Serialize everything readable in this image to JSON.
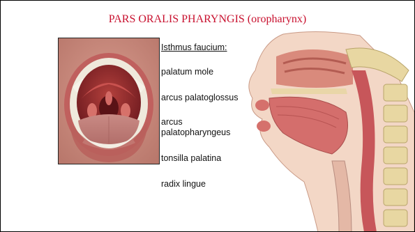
{
  "slide": {
    "title": "PARS ORALIS PHARYNGIS (oropharynx)",
    "heading": "Isthmus faucium:",
    "labels": [
      "palatum mole",
      "arcus palatoglossus",
      "arcus\npalatopharyngeus",
      "tonsilla palatina",
      "radix lingue"
    ]
  }
}
